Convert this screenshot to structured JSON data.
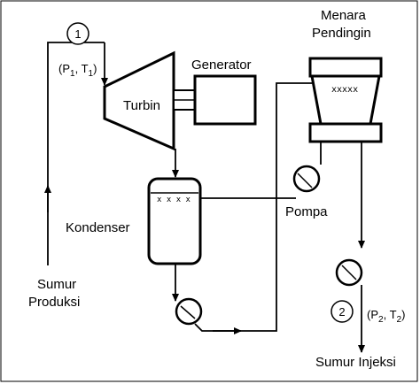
{
  "labels": {
    "generator": "Generator",
    "turbin": "Turbin",
    "menara_line1": "Menara",
    "menara_line2": "Pendingin",
    "pompa": "Pompa",
    "kondenser": "Kondenser",
    "sumur_produksi_line1": "Sumur",
    "sumur_produksi_line2": "Produksi",
    "sumur_injeksi": "Sumur Injeksi"
  },
  "state_points": [
    {
      "number": "1",
      "P": "P",
      "P_sub": "1",
      "T": "T",
      "T_sub": "1"
    },
    {
      "number": "2",
      "P": "P",
      "P_sub": "2",
      "T": "T",
      "T_sub": "2"
    }
  ]
}
